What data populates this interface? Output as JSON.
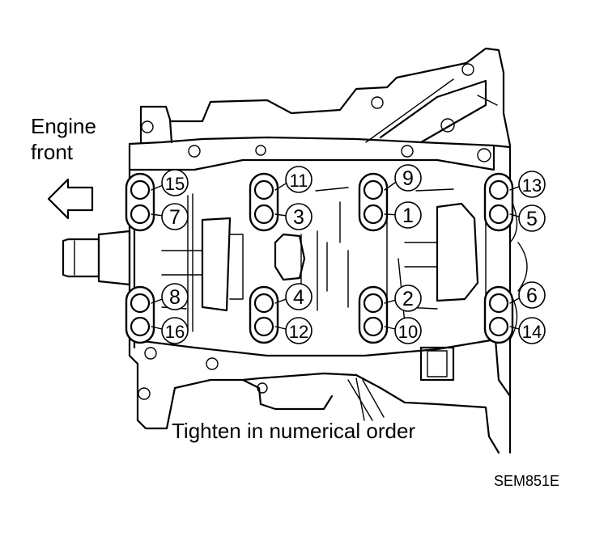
{
  "diagram": {
    "direction_label_line1": "Engine",
    "direction_label_line2": "front",
    "instruction": "Tighten in numerical order",
    "figure_code": "SEM851E",
    "sequence_numbers": [
      "15",
      "7",
      "8",
      "16",
      "11",
      "3",
      "4",
      "12",
      "9",
      "1",
      "2",
      "10",
      "13",
      "5",
      "6",
      "14"
    ]
  },
  "colors": {
    "line": "#000000",
    "background": "#ffffff"
  },
  "icons": {
    "direction_arrow": "arrow-left-icon"
  }
}
